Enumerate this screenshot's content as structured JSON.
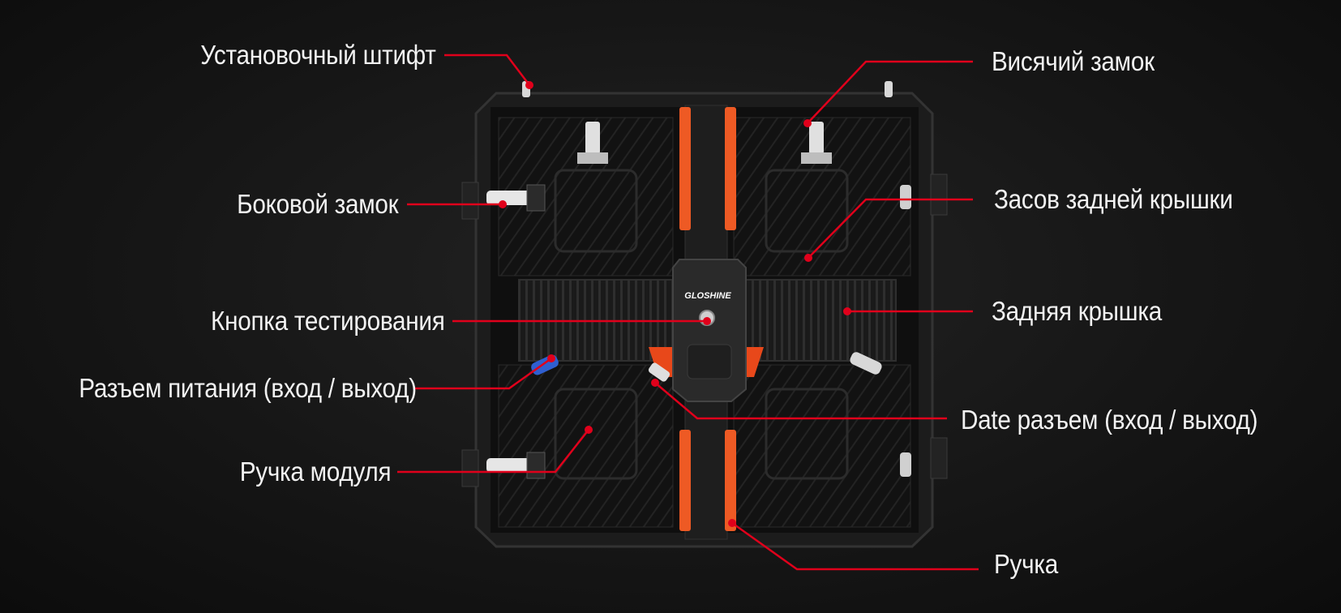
{
  "brand": "GLOSHINE",
  "colors": {
    "accent": "#e0001b",
    "handle": "#ee5a24",
    "background": "#141414",
    "text": "#f2f2f2"
  },
  "labels": {
    "locating_pin": "Установочный штифт",
    "side_lock": "Боковой замок",
    "test_button": "Кнопка тестирования",
    "power_connector": "Разъем питания (вход / выход)",
    "module_handle": "Ручка модуля",
    "hanging_lock": "Висячий замок",
    "back_cover_latch": "Засов задней крышки",
    "back_cover": "Задняя крышка",
    "data_connector": "Date разъем (вход / выход)",
    "handle": "Ручка"
  }
}
